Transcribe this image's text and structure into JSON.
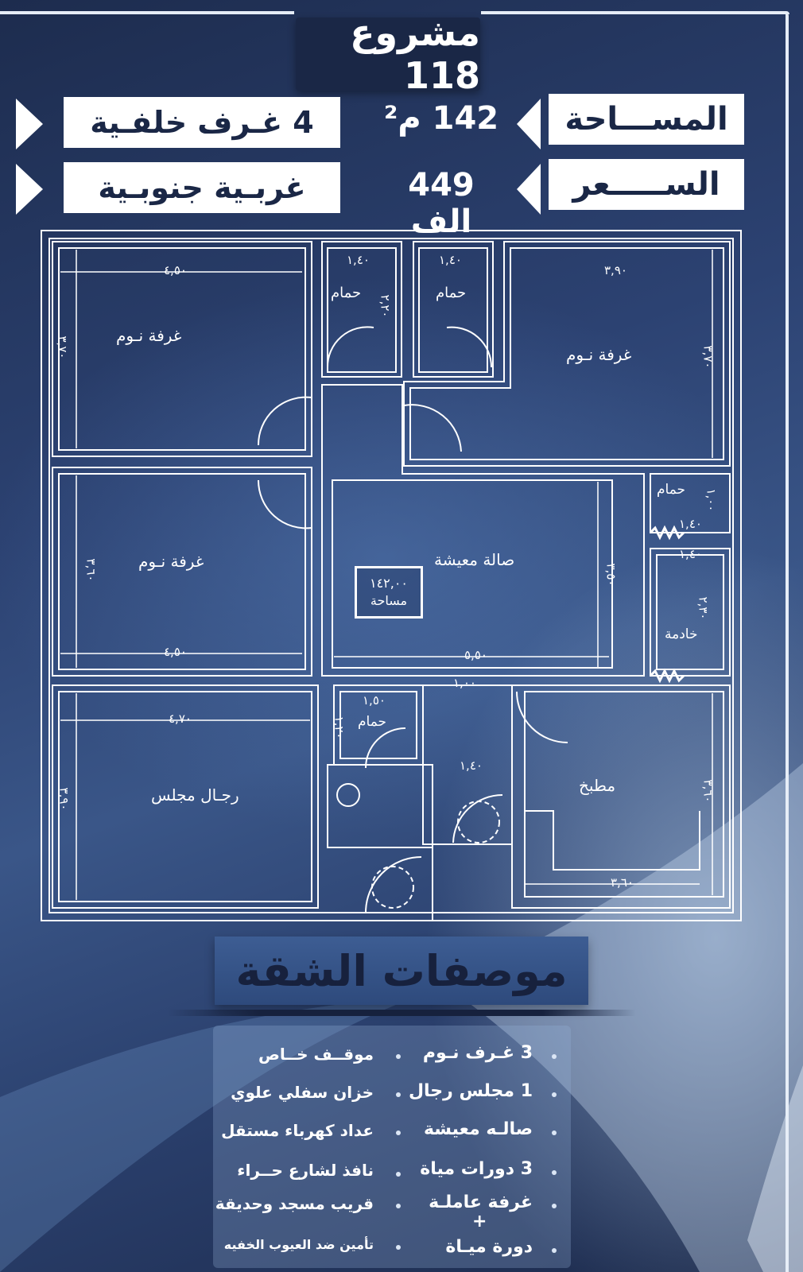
{
  "header": {
    "project_title": "مشروع 118",
    "area_label": "المســـاحة",
    "area_value": "142 م²",
    "price_label": "الســـــعر",
    "price_value": "449 الف",
    "rooms_label": "4 غـرف خلفـية",
    "facing_label": "غربـية جنوبـية"
  },
  "floor_plan": {
    "rooms": {
      "bedroom_top_left": "غرفة نـوم",
      "bathroom_1": "حمام",
      "bathroom_2": "حمام",
      "bedroom_top_right": "غرفة نـوم",
      "bedroom_mid_left": "غرفة نـوم",
      "living_hall": "صالة معيشة",
      "bathroom_3": "حمام",
      "maid_room": "خادمة",
      "majlis": "رجـال مجلس",
      "bathroom_4": "حمام",
      "kitchen": "مطبخ"
    },
    "dimensions": {
      "d1": "٤,٥٠",
      "d2": "١,٤٠",
      "d3": "١,٤٠",
      "d4": "٣,٩٠",
      "d5": "٣,٧٠",
      "d6": "٢,٢٠",
      "d7": "٣,٧٠",
      "d8": "١,٠٠",
      "d9": "١,٤٠",
      "d10": "١,٤٠",
      "d11": "٣,٦٠",
      "d12": "٣,٥٠",
      "d13": "٢,٣٠",
      "d14": "٤,٥٠",
      "d15": "٥,٥٠",
      "d16": "١,٠٠",
      "d17": "١,٥٠",
      "d18": "٤,٧٠",
      "d19": "١,٤٠",
      "d20": "٣,٩٠",
      "d21": "٣,٦٠",
      "d22": "٣,٦٠",
      "d23": "١,٢٠"
    },
    "area_stamp_value": "١٤٢,٠٠",
    "area_stamp_label": "مساحة"
  },
  "specs": {
    "title": "موصفات الشقة",
    "right_column": [
      "3 غـرف نـوم",
      "1 مجلس رجال",
      "صالـه معيشة",
      "3 دورات مياة",
      "غرفة عاملـة",
      "+",
      "دورة ميـاة"
    ],
    "left_column": [
      "موقــف خــاص",
      "خزان سفلي علوي",
      "عداد كهرباء مستقل",
      "نافذ لشارع حــراء",
      "قريب مسجد وحديقة",
      "تأمين ضد العيوب الخفيه"
    ]
  }
}
